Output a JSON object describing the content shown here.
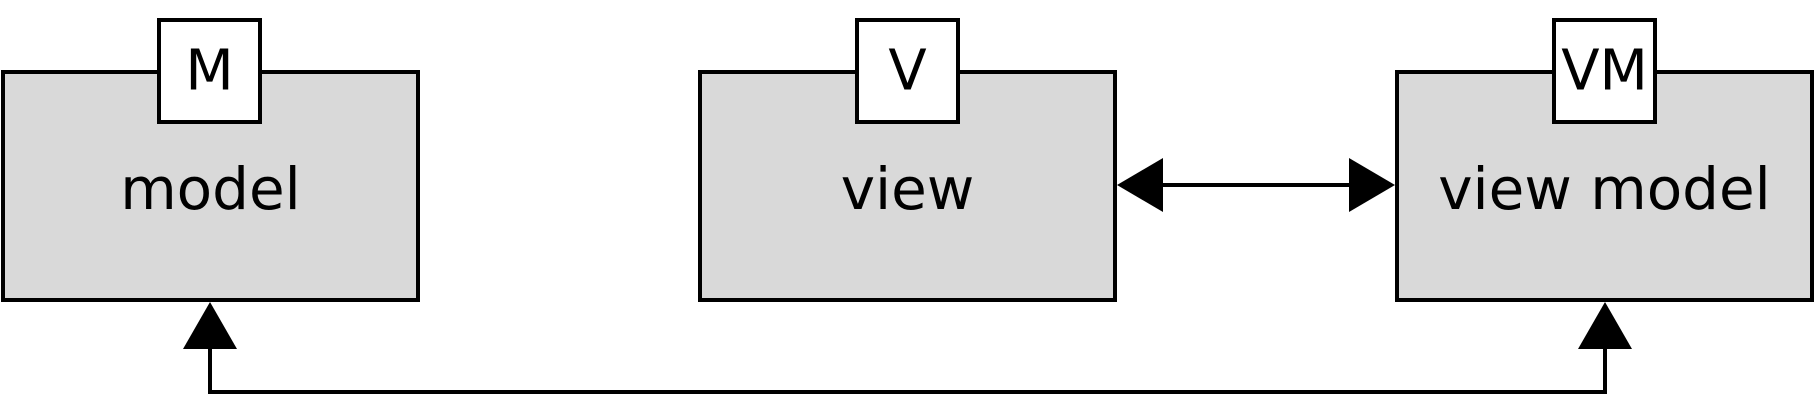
{
  "colors": {
    "box_fill": "#d9d9d9",
    "tab_fill": "#ffffff",
    "stroke": "#000000",
    "background": "#ffffff"
  },
  "boxes": [
    {
      "id": "model",
      "label": "model",
      "tab": "M"
    },
    {
      "id": "view",
      "label": "view",
      "tab": "V"
    },
    {
      "id": "viewmodel",
      "label": "view model",
      "tab": "VM"
    }
  ],
  "connections": [
    {
      "from": "view",
      "to": "viewmodel",
      "direction": "bidirectional"
    },
    {
      "from": "model",
      "to": "viewmodel",
      "direction": "bidirectional"
    }
  ]
}
